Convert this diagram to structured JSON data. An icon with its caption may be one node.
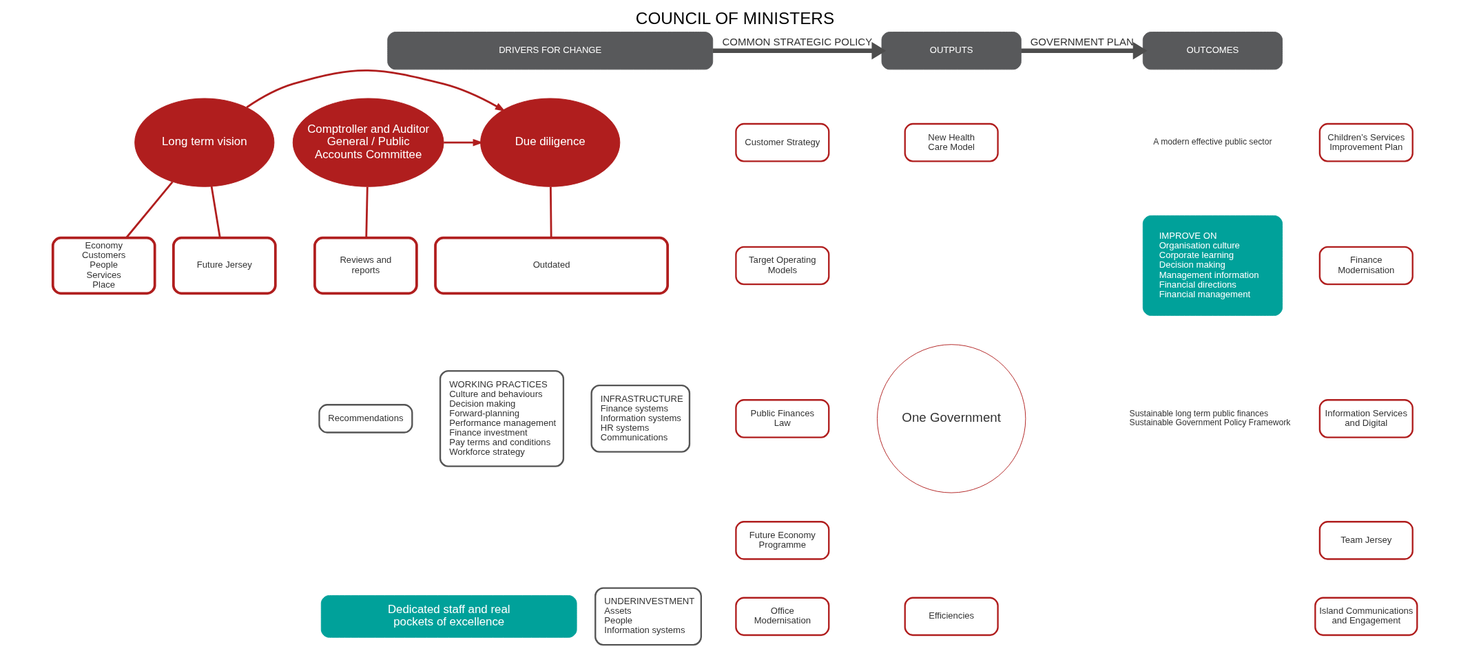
{
  "diagram": {
    "title": "COUNCIL OF MINISTERS",
    "nodes": [
      {
        "text": [
          "DRIVERS FOR CHANGE"
        ]
      },
      {
        "text": [
          "OUTPUTS"
        ]
      },
      {
        "text": [
          "OUTCOMES"
        ]
      },
      {
        "text": [
          "Long term vision"
        ]
      },
      {
        "text": [
          "Due diligence"
        ]
      },
      {
        "text": [
          "Comptroller and Auditor General / Public Accounts Committee"
        ]
      },
      {
        "text": [
          "Economy Customers People Services Place"
        ]
      },
      {
        "text": [
          "Future Jersey"
        ]
      },
      {
        "text": [
          "Outdated"
        ]
      },
      {
        "text": [
          "Reviews and reports"
        ]
      },
      {
        "text": [
          "WORKING PRACTICES",
          "Culture and behaviours Decision making Forward-planning Performance management Finance investment Pay terms and conditions Workforce strategy"
        ]
      },
      {
        "text": [
          "INFRASTRUCTURE",
          "Finance systems Information systems HR systems Communications"
        ]
      },
      {
        "text": [
          "UNDERINVESTMENT",
          "Assets People Information systems"
        ]
      },
      {
        "text": [
          "Recommendations"
        ]
      },
      {
        "text": [
          "Dedicated staff and real pockets of excellence"
        ]
      },
      {
        "text": [
          "One Government"
        ]
      },
      {
        "text": [
          "Customer Strategy"
        ]
      },
      {
        "text": [
          "New Health Care Model"
        ]
      },
      {
        "text": [
          "Children’s Services Improvement Plan"
        ]
      },
      {
        "text": [
          "Target Operating Models"
        ]
      },
      {
        "text": [
          "Finance Modernisation"
        ]
      },
      {
        "text": [
          "Public Finances Law"
        ]
      },
      {
        "text": [
          "Information Services and Digital"
        ]
      },
      {
        "text": [
          "Future Economy Programme"
        ]
      },
      {
        "text": [
          "Team Jersey"
        ]
      },
      {
        "text": [
          "Office Modernisation"
        ]
      },
      {
        "text": [
          "Efficiencies"
        ]
      },
      {
        "text": [
          "Island Communications and Engagement"
        ]
      },
      {
        "text": [
          "IMPROVE ON",
          "Organisation culture Corporate learning Decision making Management information Financial directions Financial management"
        ]
      }
    ],
    "edges": [
      {
        "from": 0,
        "to": 1,
        "arrow": "to",
        "label": "COMMON STRATEGIC POLICY",
        "style": "thick",
        "color": "#4d4d4d"
      },
      {
        "from": 1,
        "to": 2,
        "arrow": "to",
        "label": "GOVERNMENT PLAN",
        "style": "thick",
        "color": "#4d4d4d"
      },
      {
        "from": 3,
        "to": 4,
        "arrow": "to"
      },
      {
        "from": 5,
        "to": 4,
        "arrow": "to"
      },
      {
        "from": 3,
        "to": 6,
        "arrow": "none"
      },
      {
        "from": 3,
        "to": 7,
        "arrow": "none"
      },
      {
        "from": 4,
        "to": 8,
        "arrow": "none"
      },
      {
        "from": 5,
        "to": 9,
        "arrow": "none"
      }
    ],
    "labels": [
      "A modern effective public sector",
      "Sustainable long term public finances Sustainable Government Policy Framework"
    ]
  }
}
